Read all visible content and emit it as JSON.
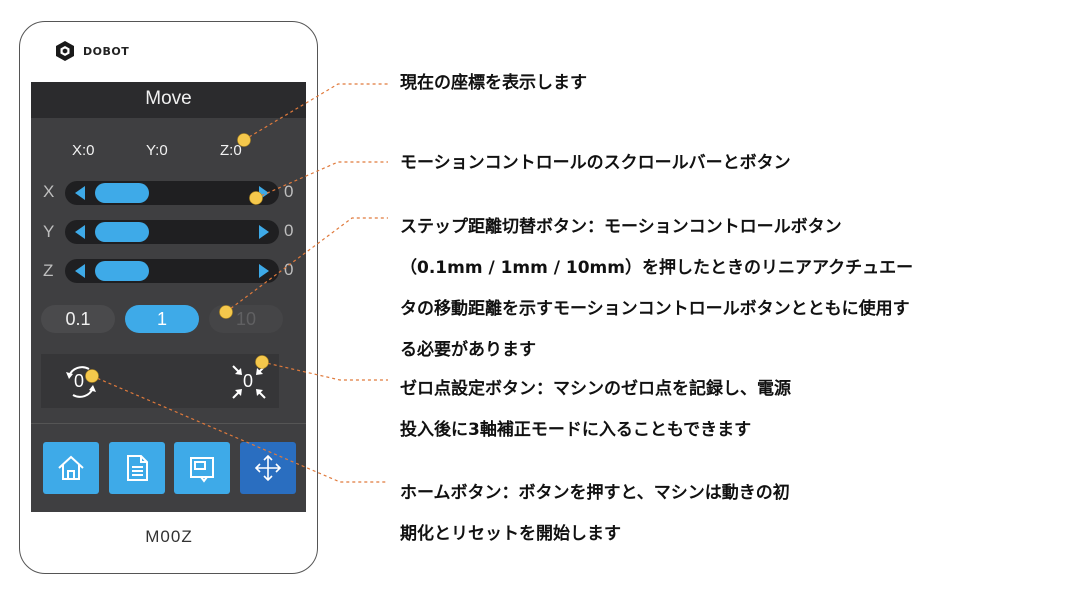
{
  "device": {
    "brand": "DOBOT",
    "screen_title": "Move",
    "coordinates": {
      "x": "X:0",
      "y": "Y:0",
      "z": "Z:0"
    },
    "axes": [
      {
        "label": "X",
        "value": "0"
      },
      {
        "label": "Y",
        "value": "0"
      },
      {
        "label": "Z",
        "value": "0"
      }
    ],
    "step_buttons": [
      {
        "label": "0.1",
        "state": "normal"
      },
      {
        "label": "1",
        "state": "selected"
      },
      {
        "label": "10",
        "state": "dim"
      }
    ],
    "zero_left_label": "0",
    "zero_right_label": "0",
    "bottom_icons": [
      "home-icon",
      "document-icon",
      "tablet-icon",
      "move-arrows-icon"
    ],
    "model_name": "M00Z"
  },
  "annotations": [
    {
      "lines": [
        "現在の座標を表示します"
      ]
    },
    {
      "lines": [
        "モーションコントロールのスクロールバーとボタン"
      ]
    },
    {
      "lines": [
        "ステップ距離切替ボタン：モーションコントロールボタン",
        "（0.1mm / 1mm / 10mm）を押したときのリニアアクチュエー",
        "タの移動距離を示すモーションコントロールボタンとともに使用す",
        "る必要があります"
      ]
    },
    {
      "lines": [
        "ゼロ点設定ボタン：マシンのゼロ点を記録し、電源",
        "投入後に3軸補正モードに入ることもできます"
      ]
    },
    {
      "lines": [
        "ホームボタン：ボタンを押すと、マシンは動きの初",
        "期化とリセットを開始します"
      ]
    }
  ],
  "colors": {
    "accent": "#3eaae8",
    "screen_bg": "#3f3f41",
    "callout_dot": "#f5c84c",
    "leader_line": "#e07a3c"
  }
}
